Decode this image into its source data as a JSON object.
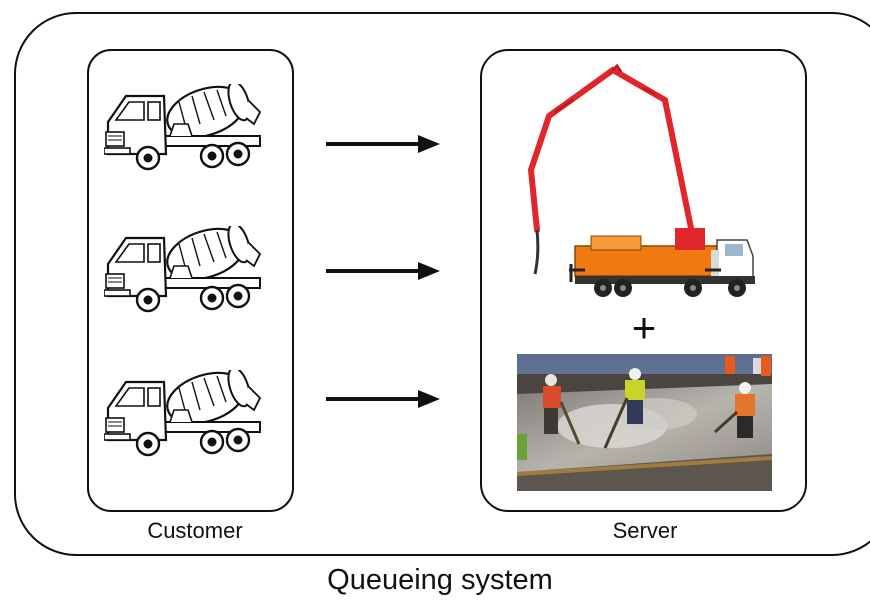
{
  "diagram": {
    "customer_label": "Customer",
    "server_label": "Server",
    "system_label": "Queueing system",
    "plus_sign": "+",
    "colors": {
      "stroke": "#111111",
      "boom": "#e0262b",
      "pump_body": "#f07a12",
      "concrete": "#9a9690"
    },
    "customers": [
      {
        "icon": "concrete-mixer-truck-icon"
      },
      {
        "icon": "concrete-mixer-truck-icon"
      },
      {
        "icon": "concrete-mixer-truck-icon"
      }
    ],
    "server_items": [
      {
        "icon": "concrete-pump-truck-icon"
      },
      {
        "icon": "workers-placing-concrete-photo"
      }
    ]
  }
}
